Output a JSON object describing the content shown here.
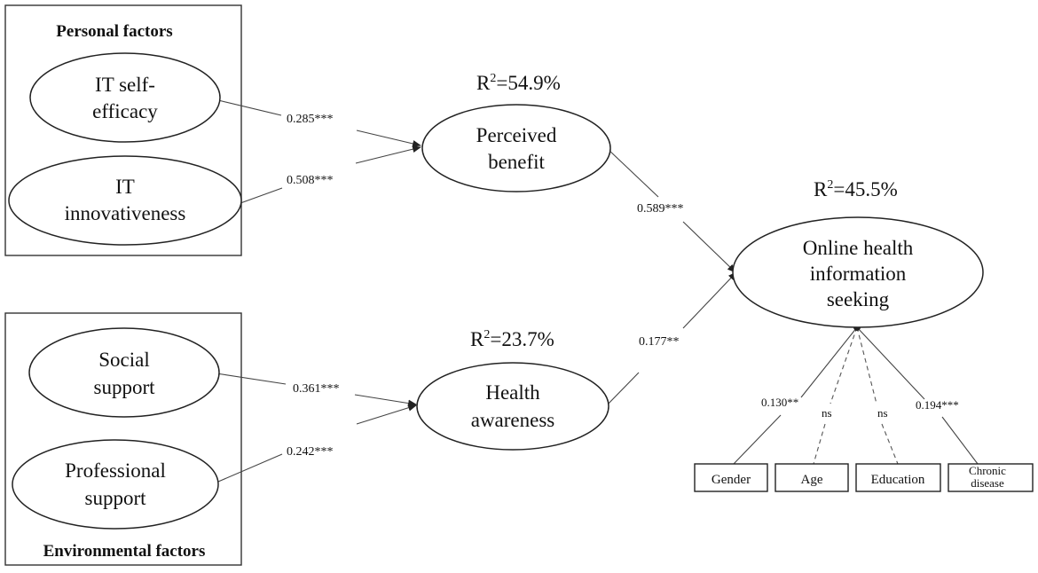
{
  "groups": {
    "personal": "Personal  factors",
    "environmental": "Environmental  factors"
  },
  "nodes": {
    "it_self_efficacy": [
      "IT self-",
      "efficacy"
    ],
    "it_innovativeness": [
      "IT",
      "innovativeness"
    ],
    "social_support": [
      "Social",
      "support"
    ],
    "professional_support": [
      "Professional",
      "support"
    ],
    "perceived_benefit": [
      "Perceived",
      "benefit"
    ],
    "health_awareness": [
      "Health",
      "awareness"
    ],
    "ohis": [
      "Online  health",
      "information",
      "seeking"
    ]
  },
  "r_squared": {
    "perceived_benefit": {
      "prefix": "R",
      "sup": "2",
      "value": "=54.9%"
    },
    "health_awareness": {
      "prefix": "R",
      "sup": "2",
      "value": "=23.7%"
    },
    "ohis": {
      "prefix": "R",
      "sup": "2",
      "value": "=45.5%"
    }
  },
  "paths": {
    "self_efficacy_to_benefit": "0.285***",
    "innovativeness_to_benefit": "0.508***",
    "social_to_awareness": "0.361***",
    "professional_to_awareness": "0.242***",
    "benefit_to_ohis": "0.589***",
    "awareness_to_ohis": "0.177**"
  },
  "controls": {
    "gender": {
      "label": [
        "Gender"
      ],
      "coef": "0.130**"
    },
    "age": {
      "label": [
        "Age"
      ],
      "coef": "ns"
    },
    "education": {
      "label": [
        "Education"
      ],
      "coef": "ns"
    },
    "chronic": {
      "label": [
        "Chronic",
        "disease"
      ],
      "coef": "0.194***"
    }
  }
}
